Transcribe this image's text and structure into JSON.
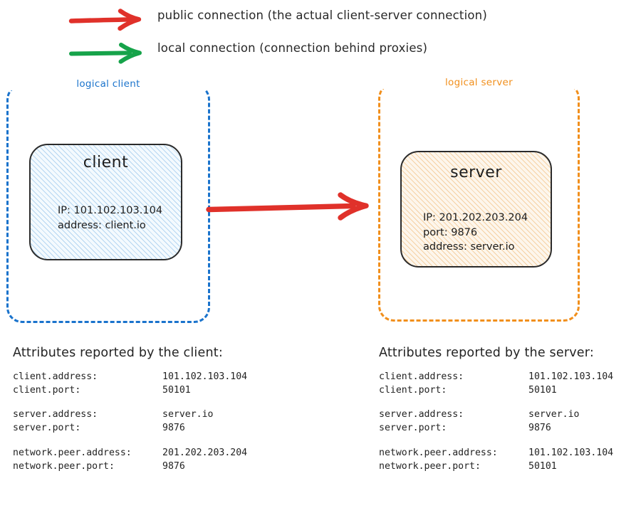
{
  "legend": {
    "items": [
      {
        "icon": "red-arrow-icon",
        "color": "#e0312a",
        "label": "public connection (the actual client-server connection)"
      },
      {
        "icon": "green-arrow-icon",
        "color": "#16a34a",
        "label": "local connection (connection behind proxies)"
      }
    ]
  },
  "diagram": {
    "client_group": {
      "label": "logical client",
      "color": "#1a73cc",
      "node": {
        "title": "client",
        "lines": [
          "IP: 101.102.103.104",
          "address: client.io"
        ]
      }
    },
    "server_group": {
      "label": "logical server",
      "color": "#f18f1c",
      "node": {
        "title": "server",
        "lines": [
          "IP: 201.202.203.204",
          "port: 9876",
          "address: server.io"
        ]
      }
    },
    "connection_arrow": {
      "icon": "red-arrow-icon",
      "color": "#e0312a",
      "from": "client",
      "to": "server"
    }
  },
  "attributes": {
    "client": {
      "heading": "Attributes reported by the client:",
      "groups": [
        [
          {
            "key": "client.address:",
            "value": "101.102.103.104"
          },
          {
            "key": "client.port:",
            "value": "50101"
          }
        ],
        [
          {
            "key": "server.address:",
            "value": "server.io"
          },
          {
            "key": "server.port:",
            "value": "9876"
          }
        ],
        [
          {
            "key": "network.peer.address:",
            "value": "201.202.203.204"
          },
          {
            "key": "network.peer.port:",
            "value": "9876"
          }
        ]
      ]
    },
    "server": {
      "heading": "Attributes reported by the server:",
      "groups": [
        [
          {
            "key": "client.address:",
            "value": "101.102.103.104"
          },
          {
            "key": "client.port:",
            "value": "50101"
          }
        ],
        [
          {
            "key": "server.address:",
            "value": "server.io"
          },
          {
            "key": "server.port:",
            "value": "9876"
          }
        ],
        [
          {
            "key": "network.peer.address:",
            "value": "101.102.103.104"
          },
          {
            "key": "network.peer.port:",
            "value": "50101"
          }
        ]
      ]
    }
  }
}
